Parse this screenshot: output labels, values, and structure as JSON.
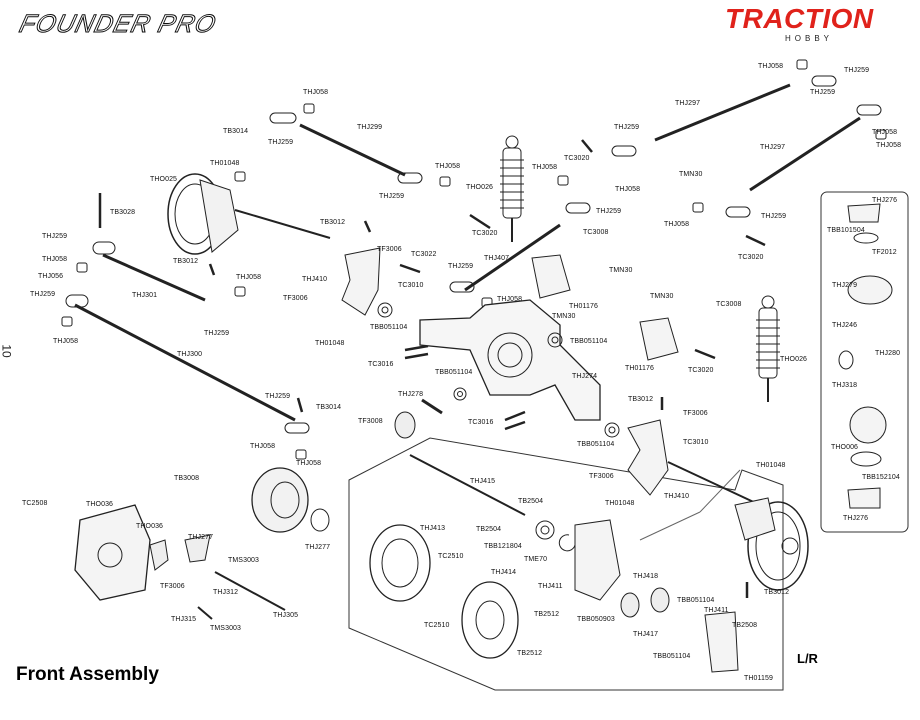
{
  "header": {
    "model_title": "FOUNDER PRO",
    "brand": {
      "name": "TRACTION",
      "tagline": "HOBBY",
      "accent_color": "#e0221b"
    }
  },
  "page_number": "10",
  "section_title": "Front Assembly",
  "lr_note": "L/R",
  "parts": {
    "thj058_a": "THJ058",
    "tb3014_a": "TB3014",
    "thj259_a": "THJ259",
    "thj299": "THJ299",
    "thj058_b": "THJ058",
    "thj259_b": "THJ259",
    "th01048_a": "TH01048",
    "tho025": "THO025",
    "tb3028": "TB3028",
    "tb3012_a": "TB3012",
    "thj259_c": "THJ259",
    "thj058_c": "THJ058",
    "thj056": "THJ056",
    "thj259_d": "THJ259",
    "tb3012_b": "TB3012",
    "thj058_d": "THJ058",
    "thj301": "THJ301",
    "thj259_e": "THJ259",
    "thj058_e": "THJ058",
    "thj300": "THJ300",
    "thj259_f": "THJ259",
    "tb3014_b": "TB3014",
    "thj058_f": "THJ058",
    "tf3006_a": "TF3006",
    "thj410_a": "THJ410",
    "tf3006_b": "TF3006",
    "tc3010_a": "TC3010",
    "th01048_b": "TH01048",
    "tbb051104_a": "TBB051104",
    "tc3022": "TC3022",
    "tho026_a": "THO026",
    "tc3020_a": "TC3020",
    "thj058_g": "THJ058",
    "thj259_g": "THJ259",
    "thj407": "THJ407",
    "thj259_h": "THJ259",
    "thj058_h": "THJ058",
    "tc3008_a": "TC3008",
    "tmn30_a": "TMN30",
    "th01176_a": "TH01176",
    "tmn30_b": "TMN30",
    "tc3016_a": "TC3016",
    "tbb051104_b": "TBB051104",
    "thj278": "THJ278",
    "tf3008": "TF3008",
    "tc3016_b": "TC3016",
    "tbb051104_c": "TBB051104",
    "thj274": "THJ274",
    "tc3020_b": "TC3020",
    "thj259_i": "THJ259",
    "thj058_i": "THJ058",
    "tmn30_c": "TMN30",
    "thj058_j": "THJ058",
    "thj259_j": "THJ259",
    "tc3020_c": "TC3020",
    "thj058_k": "THJ058",
    "thj259_k": "THJ259",
    "thj297_a": "THJ297",
    "thj297_b": "THJ297",
    "thj058_l": "THJ058",
    "thj259_l": "THJ259",
    "thj058_m": "THJ058",
    "tmn30_d": "TMN30",
    "tc3008_b": "TC3008",
    "th01176_b": "TH01176",
    "tc3020_d": "TC3020",
    "tho026_b": "THO026",
    "tb3012_c": "TB3012",
    "tf3006_c": "TF3006",
    "tbb051104_d": "TBB051104",
    "tc3010_b": "TC3010",
    "tf3006_d": "TF3006",
    "th01048_c": "TH01048",
    "thj410_b": "THJ410",
    "th01048_d": "TH01048",
    "tb3008": "TB3008",
    "tc2508": "TC2508",
    "tho036_a": "THO036",
    "tho036_b": "THO036",
    "thj277_a": "THJ277",
    "tms3003_a": "TMS3003",
    "thj312": "THJ312",
    "tf3006_e": "TF3006",
    "thj305": "THJ305",
    "thj315": "THJ315",
    "tms3003_b": "TMS3003",
    "thj058_n": "THJ058",
    "thj277_b": "THJ277",
    "thj415": "THJ415",
    "tb2504_a": "TB2504",
    "tb2504_b": "TB2504",
    "tbb121804": "TBB121804",
    "thj413": "THJ413",
    "tme70": "TME70",
    "tc2510_a": "TC2510",
    "thj411_a": "THJ411",
    "thj414": "THJ414",
    "tc2510_b": "TC2510",
    "thj418": "THJ418",
    "tbb051104_e": "TBB051104",
    "thj411_b": "THJ411",
    "tbb050903": "TBB050903",
    "tb2512_a": "TB2512",
    "thj417": "THJ417",
    "tb2508": "TB2508",
    "tb2512_b": "TB2512",
    "tbb051104_f": "TBB051104",
    "th01159": "TH01159",
    "tb3012_d": "TB3012",
    "thj276_a": "THJ276",
    "tbb101504": "TBB101504",
    "tf2012": "TF2012",
    "thj279": "THJ279",
    "thj246": "THJ246",
    "thj280": "THJ280",
    "thj318": "THJ318",
    "tho006": "THO006",
    "tbb152104": "TBB152104",
    "thj276_b": "THJ276"
  }
}
